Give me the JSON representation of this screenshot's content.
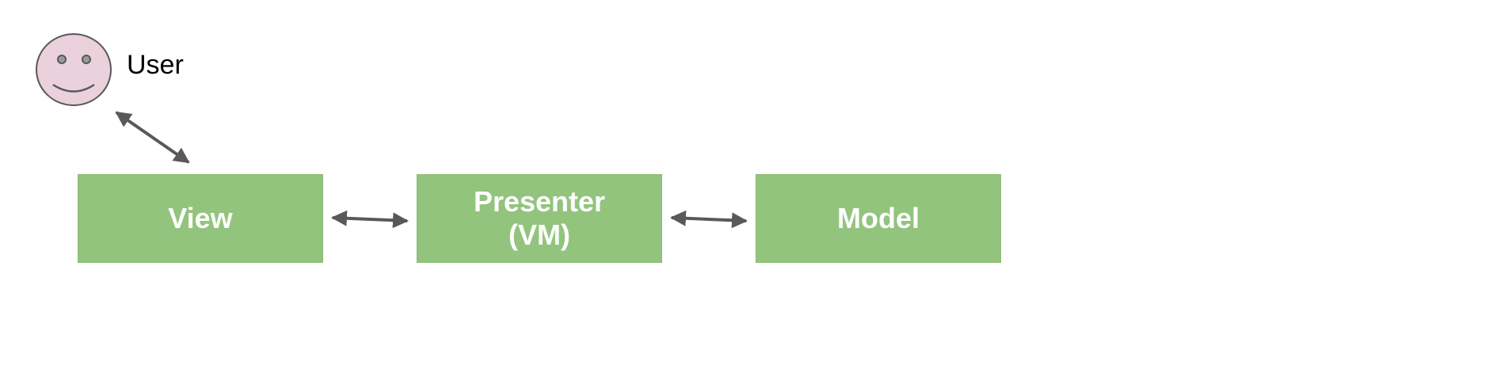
{
  "user": {
    "label": "User"
  },
  "boxes": {
    "view": {
      "label": "View"
    },
    "presenter": {
      "label_line1": "Presenter",
      "label_line2": "(VM)"
    },
    "model": {
      "label": "Model"
    }
  },
  "colors": {
    "box_fill": "#93c47d",
    "box_text": "#ffffff",
    "face_fill": "#ead1dc",
    "face_stroke": "#595959",
    "arrow": "#595959"
  },
  "icons": {
    "user": "smiley-face-icon",
    "connector": "double-headed-arrow-icon"
  }
}
